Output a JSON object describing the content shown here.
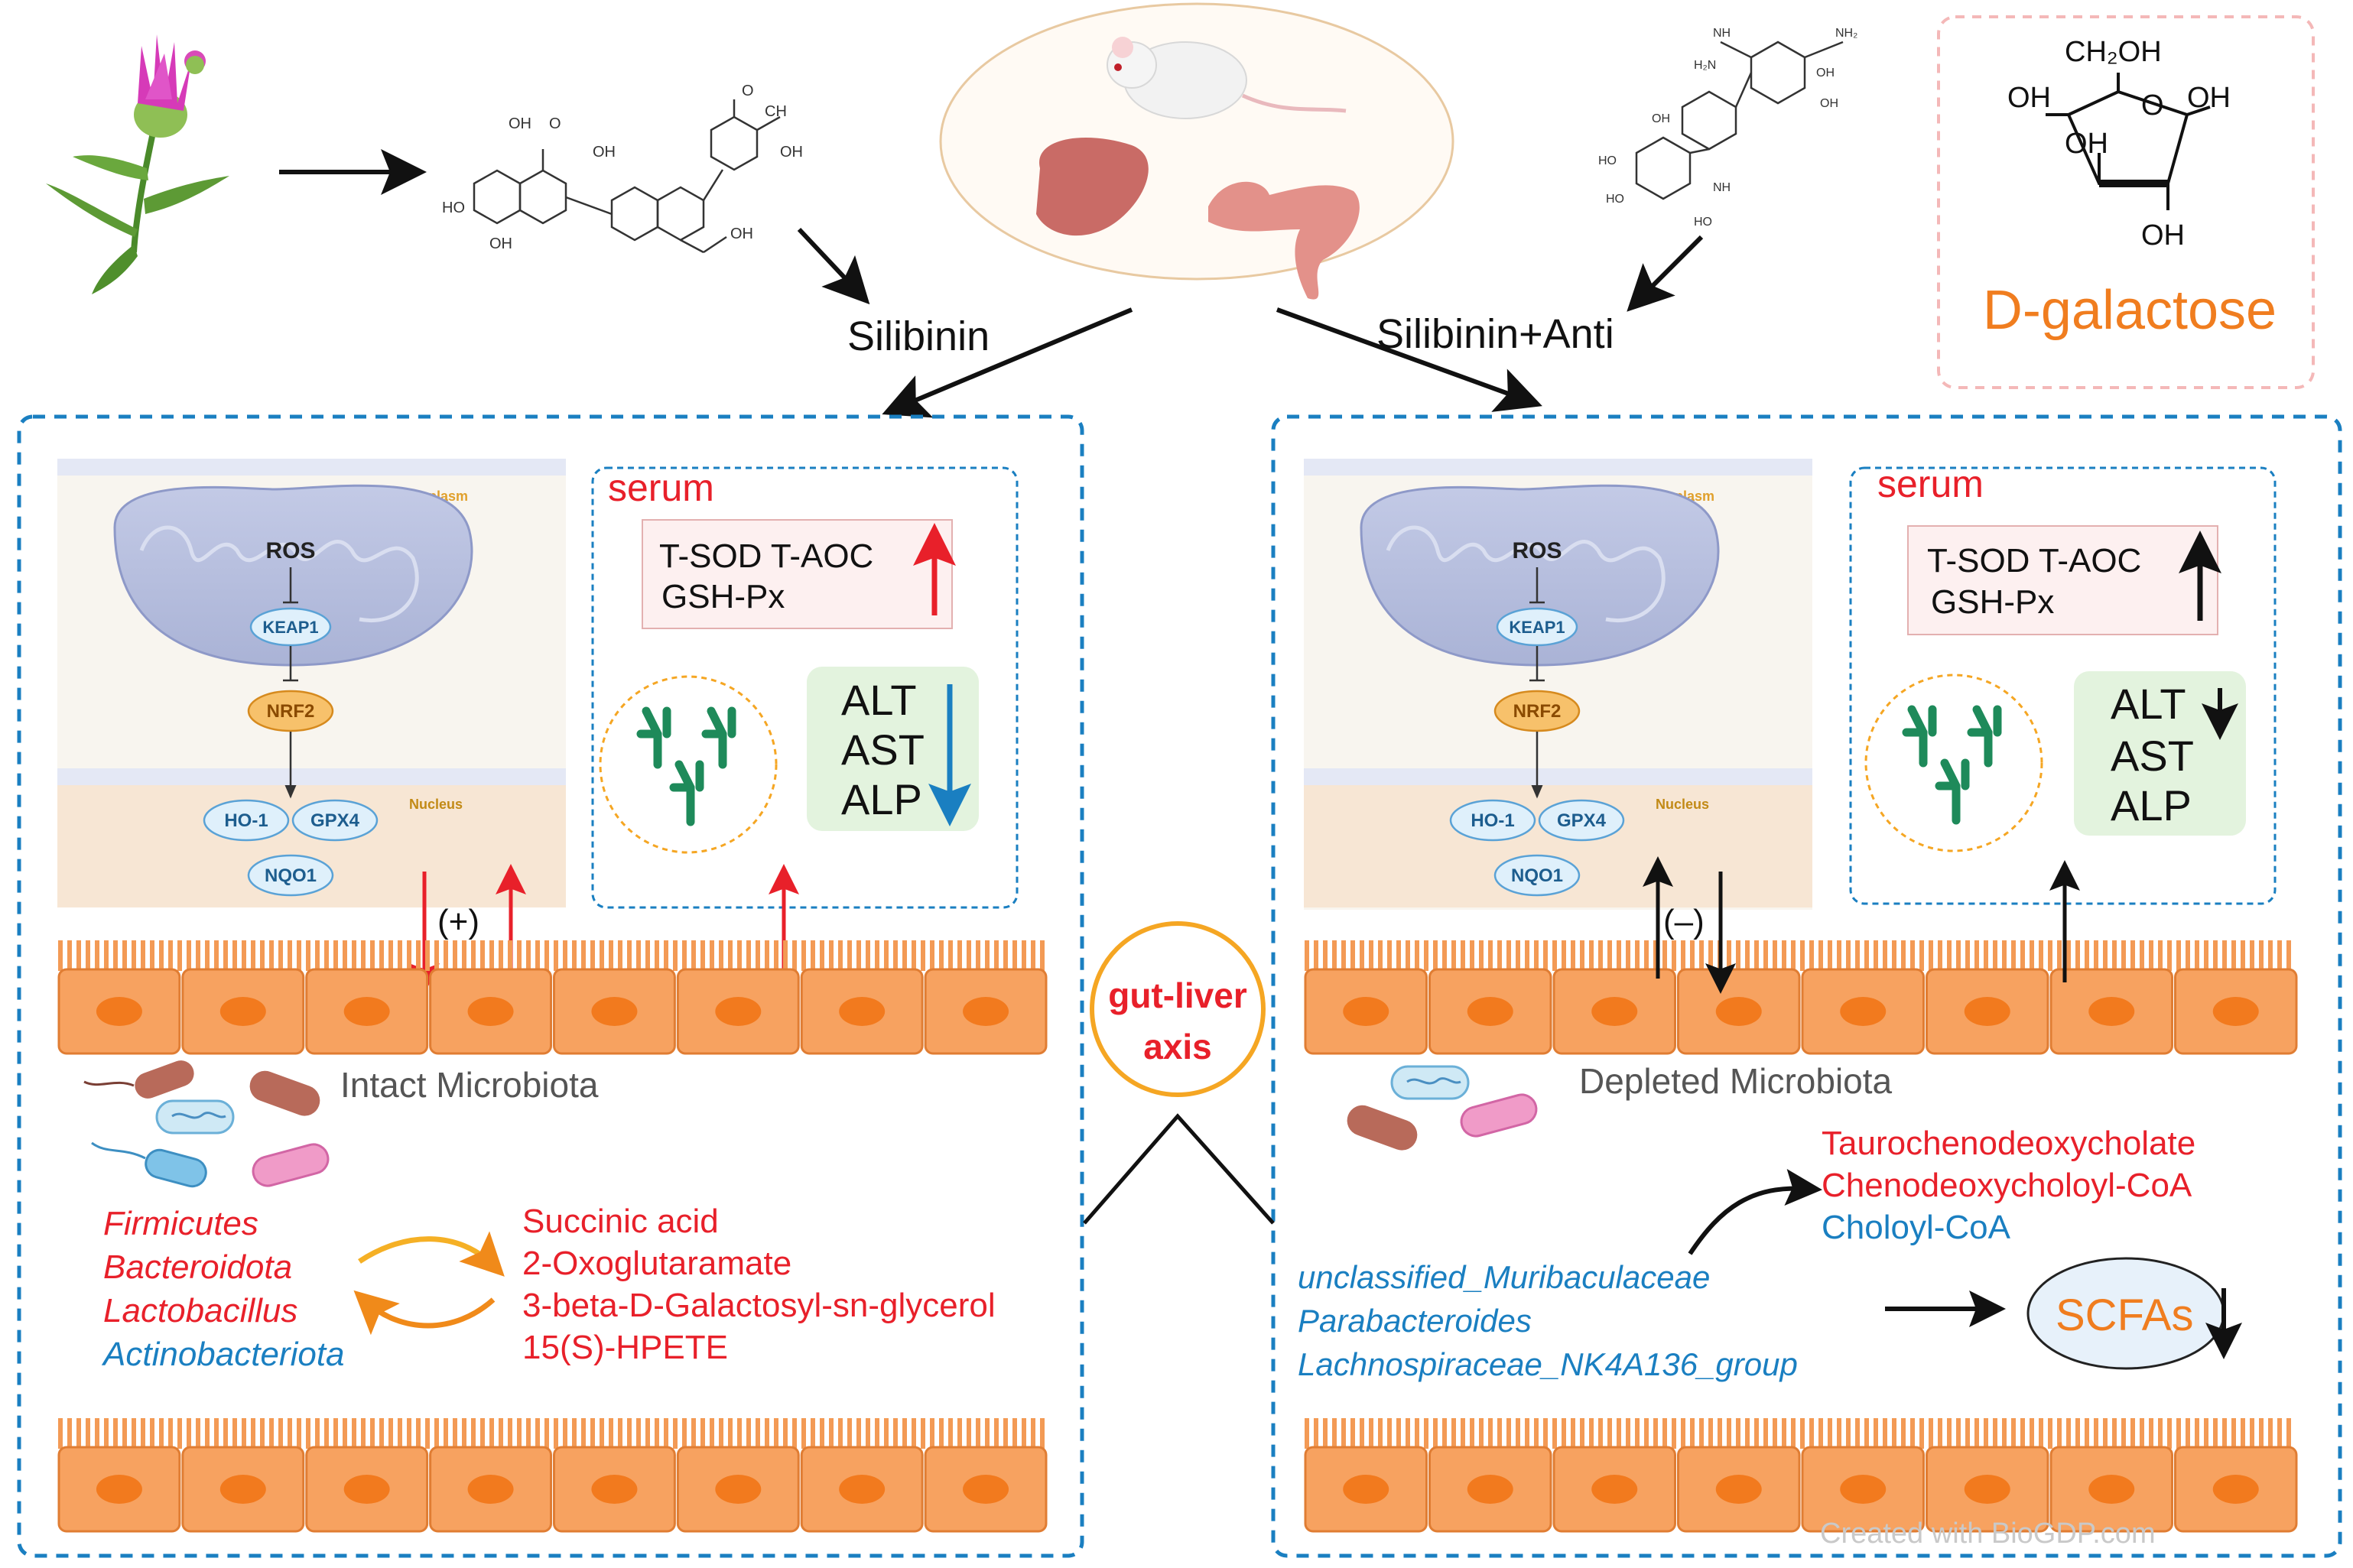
{
  "top": {
    "label_left": "Silibinin",
    "label_right": "Silibinin+Anti",
    "dgal_label": "D-galactose",
    "galactose_groups": {
      "ch2oh": "CH₂OH",
      "oh": "OH"
    }
  },
  "center": {
    "axis_line1": "gut-liver",
    "axis_line2": "axis"
  },
  "cell": {
    "cytoplasm": "Cytoplasm",
    "nucleus": "Nucleus",
    "ros": "ROS",
    "keap1": "KEAP1",
    "nrf2": "NRF2",
    "ho1": "HO-1",
    "gpx4": "GPX4",
    "nqo1": "NQO1"
  },
  "serum": {
    "title": "serum",
    "markers_line1": "T-SOD T-AOC",
    "markers_line2": "GSH-Px",
    "alt": "ALT",
    "ast": "AST",
    "alp": "ALP"
  },
  "left_panel": {
    "sign": "(+)",
    "microbiota_label": "Intact Microbiota",
    "taxa": [
      {
        "name": "Firmicutes",
        "color": "#e8202a"
      },
      {
        "name": "Bacteroidota",
        "color": "#e8202a"
      },
      {
        "name": "Lactobacillus",
        "color": "#e8202a"
      },
      {
        "name": "Actinobacteriota",
        "color": "#1a7fc1"
      }
    ],
    "metabolites": [
      "Succinic acid",
      "2-Oxoglutaramate",
      "3-beta-D-Galactosyl-sn-glycerol",
      "15(S)-HPETE"
    ]
  },
  "right_panel": {
    "sign": "(–)",
    "microbiota_label": "Depleted Microbiota",
    "bile_acids": [
      {
        "name": "Taurochenodeoxycholate",
        "color": "#e8202a"
      },
      {
        "name": "Chenodeoxycholoyl-CoA",
        "color": "#e8202a"
      },
      {
        "name": "Choloyl-CoA",
        "color": "#1a7fc1"
      }
    ],
    "taxa": [
      "unclassified_Muribaculaceae",
      "Parabacteroides",
      "Lachnospiraceae_NK4A136_group"
    ],
    "scfa": "SCFAs"
  },
  "watermark": "Created with BioGDP.com",
  "colors": {
    "red": "#e8202a",
    "blue": "#1a7fc1",
    "orange": "#f07d1f",
    "panel_border": "#1a7fc1",
    "epithelium": "#f7a260",
    "nucleus_bg": "#f7e6d4",
    "mito": "#b7bfdc",
    "antibody": "#1e8a5a"
  }
}
